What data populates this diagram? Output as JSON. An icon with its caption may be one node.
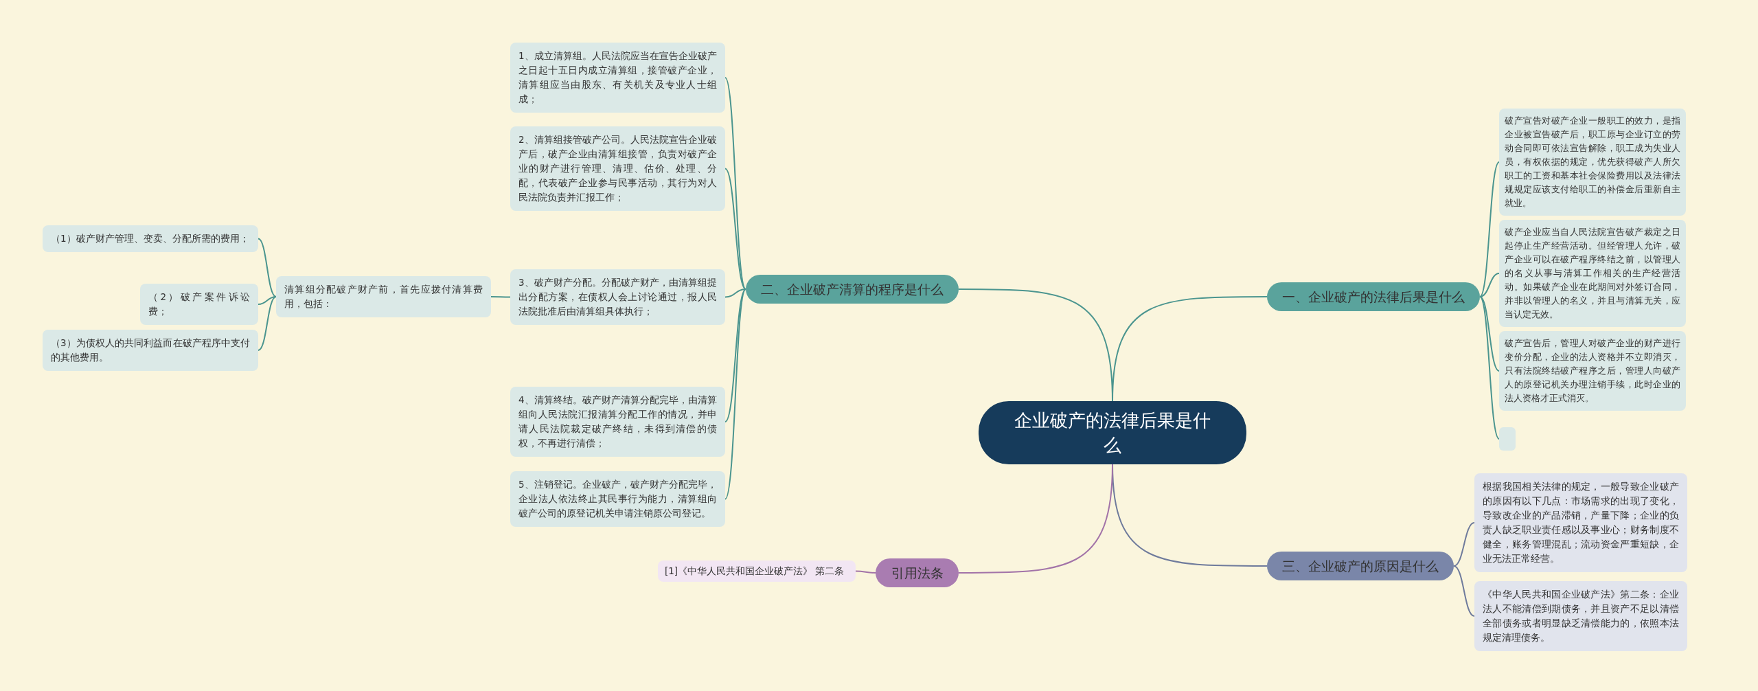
{
  "diagram": {
    "nodes": [
      {
        "text": [
          "企业破产的法律后果是什么"
        ]
      },
      {
        "text": [
          "一、企业破产的法律后果是什么"
        ]
      },
      {
        "text": [
          "破产宣告对破产企业一般职工的效力，是指企业被宣告破产后，职工原与企业订立的劳动合同即可依法宣告解除，职工成为失业人员，有权依据的规定，优先获得破产人所欠职工的工资和基本社会保险费用以及法律法规规定应该支付给职工的补偿金后重新自主就业。"
        ]
      },
      {
        "text": [
          "破产企业应当自人民法院宣告破产裁定之日起停止生产经营活动。但经管理人允许，破产企业可以在破产程序终结之前，以管理人的名义从事与清算工作相关的生产经营活动。如果破产企业在此期间对外签订合同，并非以管理人的名义，并且与清算无关，应当认定无效。"
        ]
      },
      {
        "text": [
          "破产宣告后，管理人对破产企业的财产进行变价分配，企业的法人资格并不立即消灭，只有法院终结破产程序之后，管理人向破产人的原登记机关办理注销手续，此时企业的法人资格才正式消灭。"
        ]
      },
      {
        "text": [],
        "shape": "box"
      },
      {
        "text": [
          "二、企业破产清算的程序是什么"
        ]
      },
      {
        "text": [
          "1、成立清算组。人民法院应当在宣告企业破产之日起十五日内成立清算组，接管破产企业，清算组应当由股东、有关机关及专业人士组成；"
        ]
      },
      {
        "text": [
          "2、清算组接管破产公司。人民法院宣告企业破产后，破产企业由清算组接管，负责对破产企业的财产进行管理、清理、估价、处理、分配，代表破产企业参与民事活动，其行为对人民法院负责并汇报工作；"
        ]
      },
      {
        "text": [
          "3、破产财产分配。分配破产财产，由清算组提出分配方案，在债权人会上讨论通过，报人民法院批准后由清算组具体执行；"
        ]
      },
      {
        "text": [
          "清算组分配破产财产前，首先应拨付清算费用，包括："
        ]
      },
      {
        "text": [
          "（1）破产财产管理、变卖、分配所需的费用；"
        ]
      },
      {
        "text": [
          "（2）破产案件诉讼费；"
        ]
      },
      {
        "text": [
          "（3）为债权人的共同利益而在破产程序中支付的其他费用。"
        ]
      },
      {
        "text": [
          "4、清算终结。破产财产清算分配完毕，由清算组向人民法院汇报清算分配工作的情况，并申请人民法院裁定破产终结，未得到清偿的债权，不再进行清偿；"
        ]
      },
      {
        "text": [
          "5、注销登记。企业破产，破产财产分配完毕，企业法人依法终止其民事行为能力，清算组向破产公司的原登记机关申请注销原公司登记。"
        ]
      },
      {
        "text": [
          "三、企业破产的原因是什么"
        ]
      },
      {
        "text": [
          "根据我国相关法律的规定，一般导致企业破产的原因有以下几点：市场需求的出现了变化，导致改企业的产品滞销，产量下降；企业的负责人缺乏职业责任感以及事业心；财务制度不健全，账务管理混乱；流动资金严重短缺，企业无法正常经营。"
        ]
      },
      {
        "text": [
          "《中华人民共和国企业破产法》第二条：企业法人不能清偿到期债务，并且资产不足以清偿全部债务或者明显缺乏清偿能力的，依照本法规定清理债务。"
        ]
      },
      {
        "text": [
          "引用法条"
        ]
      },
      {
        "text": [
          "[1]《中华人民共和国企业破产法》 第二条"
        ]
      }
    ],
    "edges": [
      {
        "from": 0,
        "to": 1,
        "arrow": "none"
      },
      {
        "from": 1,
        "to": 2,
        "arrow": "none"
      },
      {
        "from": 1,
        "to": 3,
        "arrow": "none"
      },
      {
        "from": 1,
        "to": 4,
        "arrow": "none"
      },
      {
        "from": 1,
        "to": 5,
        "arrow": "none"
      },
      {
        "from": 0,
        "to": 6,
        "arrow": "none"
      },
      {
        "from": 6,
        "to": 7,
        "arrow": "none"
      },
      {
        "from": 6,
        "to": 8,
        "arrow": "none"
      },
      {
        "from": 6,
        "to": 9,
        "arrow": "none"
      },
      {
        "from": 9,
        "to": 10,
        "arrow": "none"
      },
      {
        "from": 10,
        "to": 11,
        "arrow": "none"
      },
      {
        "from": 10,
        "to": 12,
        "arrow": "none"
      },
      {
        "from": 10,
        "to": 13,
        "arrow": "none"
      },
      {
        "from": 6,
        "to": 14,
        "arrow": "none"
      },
      {
        "from": 6,
        "to": 15,
        "arrow": "none"
      },
      {
        "from": 0,
        "to": 16,
        "arrow": "none",
        "color": "#6f7b9c"
      },
      {
        "from": 16,
        "to": 17,
        "arrow": "none",
        "color": "#6f7b9c"
      },
      {
        "from": 16,
        "to": 18,
        "arrow": "none",
        "color": "#6f7b9c"
      },
      {
        "from": 0,
        "to": 19,
        "arrow": "none",
        "color": "#a273a8"
      },
      {
        "from": 19,
        "to": 20,
        "arrow": "none",
        "color": "#a273a8"
      }
    ]
  }
}
